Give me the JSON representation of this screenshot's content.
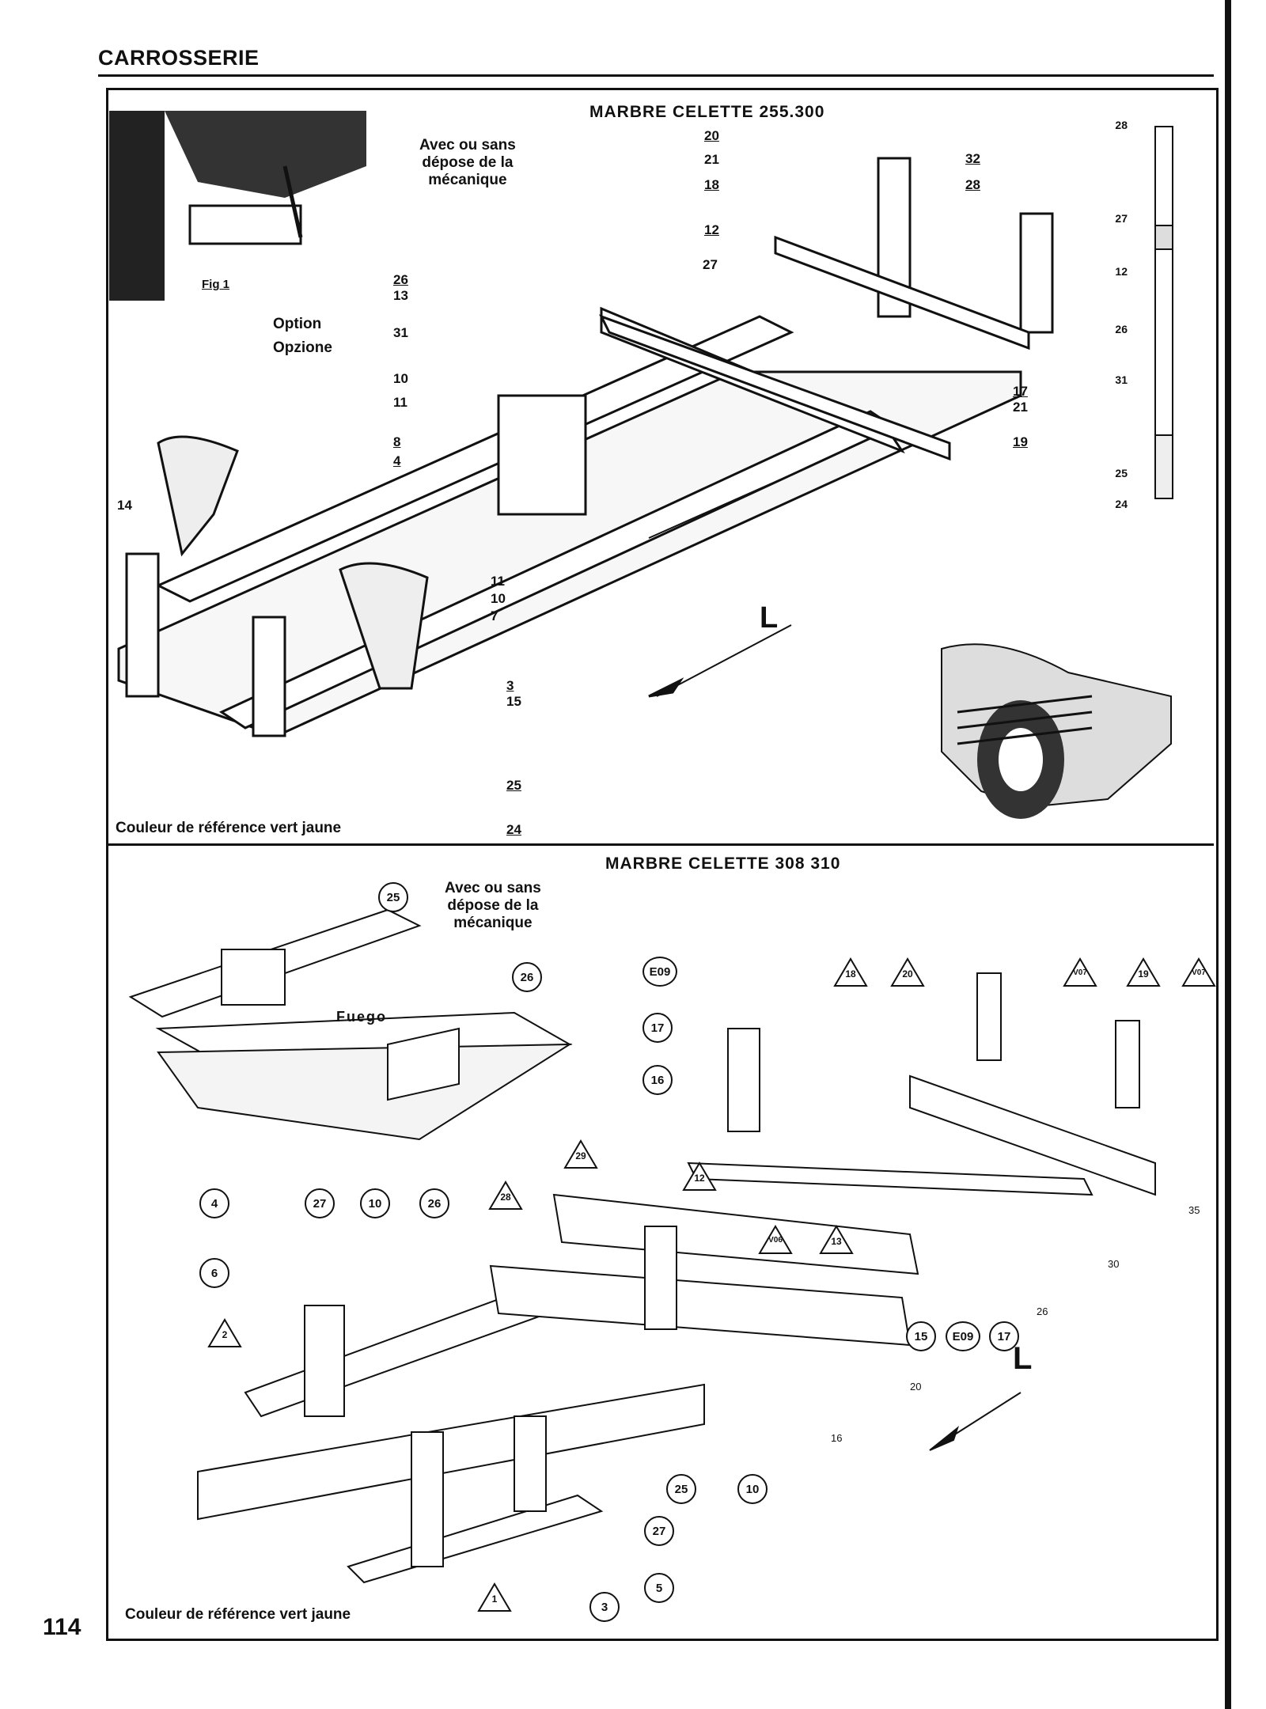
{
  "page": {
    "header": "CARROSSERIE",
    "page_number": "114"
  },
  "top": {
    "title": "MARBRE CELETTE 255.300",
    "note": [
      "Avec ou sans",
      "dépose de la",
      "mécanique"
    ],
    "fig_label": "Fig 1",
    "option": [
      "Option",
      "Opzione"
    ],
    "caption": "Couleur de référence vert jaune",
    "direction": "L",
    "callouts": [
      "20",
      "21",
      "18",
      "12",
      "32",
      "28",
      "27",
      "26",
      "13",
      "31",
      "10",
      "11",
      "8",
      "4",
      "14",
      "11",
      "10",
      "7",
      "3",
      "15",
      "25",
      "24",
      "17",
      "21",
      "19"
    ],
    "side_callouts": [
      "28",
      "27",
      "12",
      "26",
      "31",
      "25",
      "24"
    ]
  },
  "bottom": {
    "title": "MARBRE CELETTE 308 310",
    "note": [
      "Avec ou sans",
      "dépose de la",
      "mécanique"
    ],
    "fuego": "Fuego",
    "caption": "Couleur de référence vert jaune",
    "direction": "L",
    "circles": [
      "25",
      "26",
      "E09",
      "17",
      "16",
      "4",
      "27",
      "10",
      "26",
      "6",
      "15",
      "E09",
      "17",
      "25",
      "10",
      "27",
      "5",
      "3"
    ],
    "triangles": [
      "18",
      "20",
      "V07",
      "19",
      "V07",
      "29",
      "12",
      "28",
      "V06",
      "13",
      "2",
      "1"
    ],
    "scale_labels": [
      "35",
      "30",
      "26",
      "20",
      "16"
    ]
  }
}
